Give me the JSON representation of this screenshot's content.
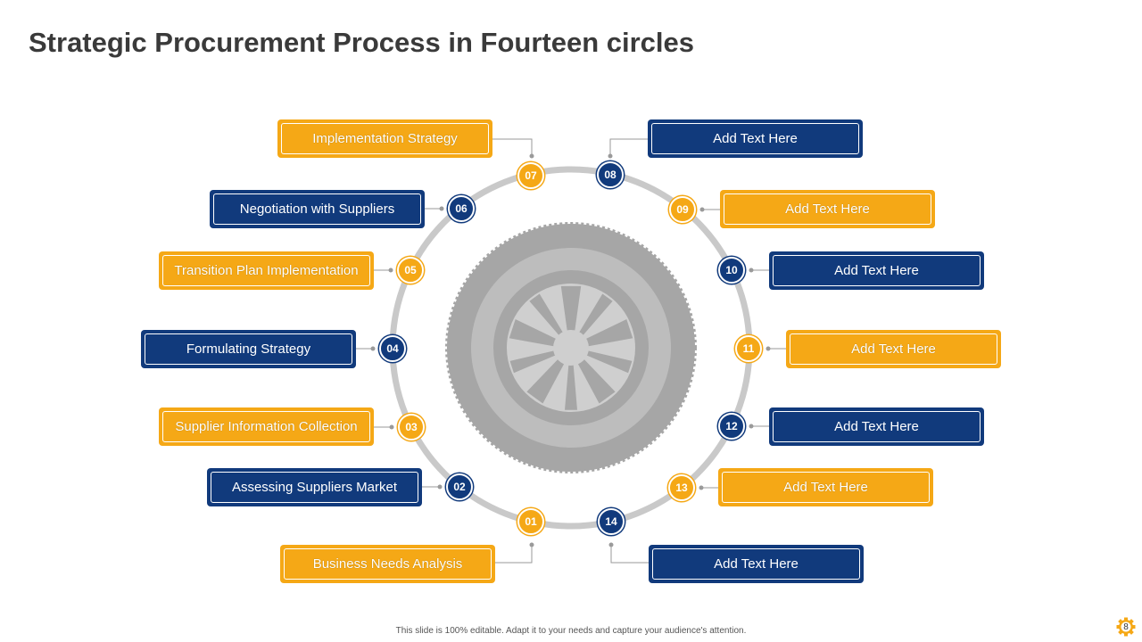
{
  "title": "Strategic Procurement Process in Fourteen circles",
  "footer": "This slide is 100% editable. Adapt it to your needs and capture your audience's attention.",
  "page_number": "8",
  "colors": {
    "gold": "#f5a816",
    "navy": "#113a7c",
    "ring": "#c9c9c9",
    "tire_dark": "#a6a6a6",
    "tire_light": "#bdbdbd"
  },
  "center_icon": "tire-wheel-icon",
  "page_icon": "gear-icon",
  "steps": [
    {
      "num": "01",
      "label": "Business Needs Analysis",
      "color": "gold"
    },
    {
      "num": "02",
      "label": "Assessing Suppliers Market",
      "color": "navy"
    },
    {
      "num": "03",
      "label": "Supplier Information Collection",
      "color": "gold"
    },
    {
      "num": "04",
      "label": "Formulating Strategy",
      "color": "navy"
    },
    {
      "num": "05",
      "label": "Transition Plan Implementation",
      "color": "gold"
    },
    {
      "num": "06",
      "label": "Negotiation with Suppliers",
      "color": "navy"
    },
    {
      "num": "07",
      "label": "Implementation Strategy",
      "color": "gold"
    },
    {
      "num": "08",
      "label": "Add Text Here",
      "color": "navy"
    },
    {
      "num": "09",
      "label": "Add Text Here",
      "color": "gold"
    },
    {
      "num": "10",
      "label": "Add Text Here",
      "color": "navy"
    },
    {
      "num": "11",
      "label": "Add Text Here",
      "color": "gold"
    },
    {
      "num": "12",
      "label": "Add Text Here",
      "color": "navy"
    },
    {
      "num": "13",
      "label": "Add Text Here",
      "color": "gold"
    },
    {
      "num": "14",
      "label": "Add Text Here",
      "color": "navy"
    }
  ]
}
